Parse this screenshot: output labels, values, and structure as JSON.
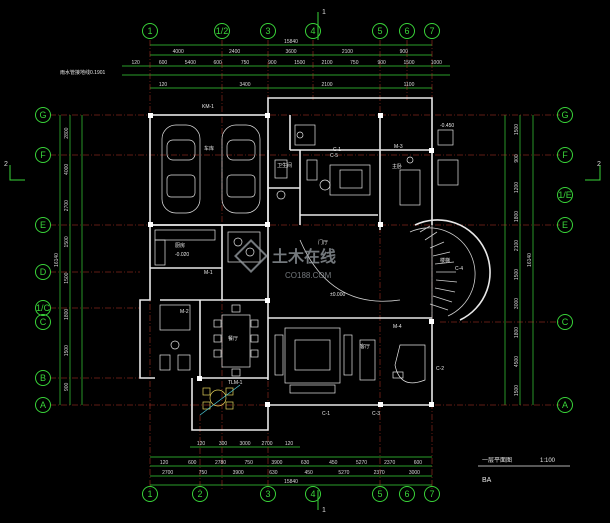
{
  "drawing": {
    "title": "一层平面图",
    "scale": "1:100",
    "code": "BA",
    "note_left": "雨水管接地线0.1901"
  },
  "axes": {
    "top": [
      "1",
      "1/2",
      "3",
      "4",
      "5",
      "6",
      "7"
    ],
    "bottom": [
      "1",
      "2",
      "3",
      "4",
      "5",
      "6",
      "7"
    ],
    "left": [
      "G",
      "F",
      "E",
      "D",
      "1/C",
      "C",
      "B",
      "A"
    ],
    "right": [
      "G",
      "F",
      "1/E",
      "E",
      "C",
      "A"
    ],
    "section_marks": [
      "1",
      "1",
      "2",
      "2"
    ]
  },
  "dims": {
    "top_overall": "15840",
    "top_row1": [
      "4000",
      "2400",
      "3600",
      "2100",
      "900"
    ],
    "top_row2": [
      "120",
      "600",
      "5400",
      "600",
      "750",
      "900",
      "1500",
      "2100",
      "750",
      "900",
      "1500",
      "1000"
    ],
    "top_row3": [
      "120",
      "3400",
      "2100",
      "1100"
    ],
    "bottom_overall": "15840",
    "bottom_row1": [
      "120",
      "600",
      "2780",
      "750",
      "3900",
      "630",
      "450",
      "5270",
      "2370",
      "600"
    ],
    "bottom_row2": [
      "2700",
      "750",
      "3900",
      "630",
      "450",
      "5270",
      "2370",
      "3000"
    ],
    "bottom_row3": [
      "120",
      "300",
      "3000",
      "2700",
      "120"
    ],
    "left_overall": "16140",
    "left_segments": [
      "2800",
      "4000",
      "2700",
      "1500",
      "1500",
      "1800",
      "1500",
      "900"
    ],
    "right_overall": "16140",
    "right_segments": [
      "1500",
      "900",
      "1200",
      "1800",
      "2100",
      "1500",
      "3000",
      "1800",
      "4500",
      "1500"
    ]
  },
  "rooms": [
    {
      "name": "车库",
      "code": "C-1"
    },
    {
      "name": "卫生间"
    },
    {
      "name": "厨房",
      "elev": "-0.020"
    },
    {
      "name": "餐厅"
    },
    {
      "name": "客厅"
    },
    {
      "name": "门厅"
    },
    {
      "name": "楼梯"
    },
    {
      "name": "主卧"
    }
  ],
  "labels": {
    "elevation_main": "±0.000",
    "elevation_alt": "-0.450",
    "door_tags": [
      "M-1",
      "M-2",
      "M-3",
      "M-4",
      "C-1",
      "C-2",
      "C-3",
      "C-4",
      "C-5",
      "KM-1",
      "TLM-1"
    ],
    "watermark_cn": "土木在线",
    "watermark_url": "CO188.COM"
  },
  "colors": {
    "axis": "#39d339",
    "grid": "#c0392b",
    "wall": "#e8e8e8",
    "furniture": "#e6e6e6",
    "accent_yellow": "#e6d35a",
    "accent_cyan": "#4fd0e0"
  }
}
